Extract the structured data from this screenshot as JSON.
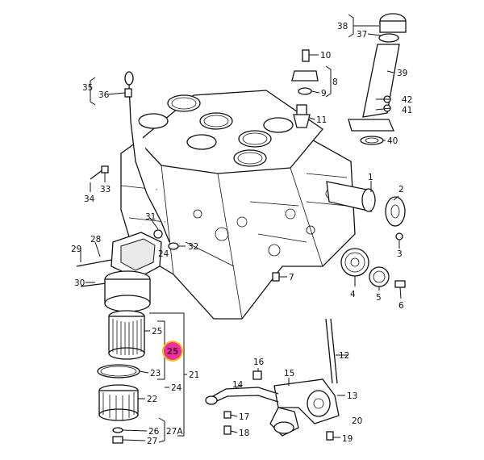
{
  "diagram": {
    "highlight": {
      "label": "25",
      "color": "#e8319a",
      "ring": "#f2c21b"
    },
    "labels": {
      "l1": "1",
      "l2": "2",
      "l3": "3",
      "l4": "4",
      "l5": "5",
      "l6": "6",
      "l7": "7",
      "l8": "8",
      "l9": "9",
      "l10": "10",
      "l11": "11",
      "l12": "12",
      "l13": "13",
      "l14": "14",
      "l15": "15",
      "l16": "16",
      "l17": "17",
      "l18": "18",
      "l19": "19",
      "l20": "20",
      "l21": "21",
      "l22": "22",
      "l23": "23",
      "l24a": "24",
      "l24b": "24",
      "l25": "25",
      "l26": "26",
      "l27": "27",
      "l27a": "27A",
      "l28": "28",
      "l29": "29",
      "l30": "30",
      "l31": "31",
      "l32": "32",
      "l33": "33",
      "l34": "34",
      "l35": "35",
      "l36": "36",
      "l37": "37",
      "l38": "38",
      "l39": "39",
      "l40": "40",
      "l41": "41",
      "l42": "42"
    }
  }
}
